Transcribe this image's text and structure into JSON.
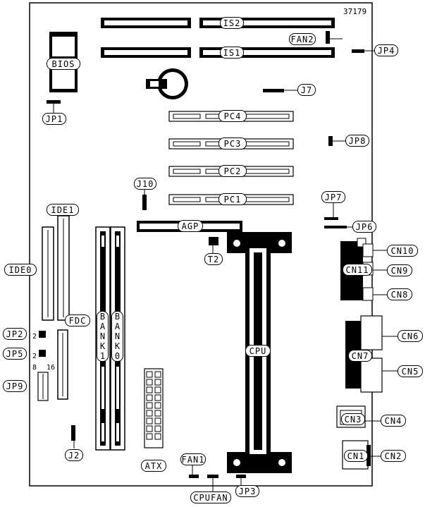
{
  "diagram": {
    "board_id": "37179",
    "slots": {
      "isa2": "IS2",
      "isa1": "IS1",
      "pci4": "PC4",
      "pci3": "PC3",
      "pci2": "PC2",
      "pci1": "PC1",
      "agp": "AGP",
      "cpu": "CPU"
    },
    "components": {
      "bios": "BIOS",
      "ide1": "IDE1",
      "ide0": "IDE0",
      "fdc": "FDC",
      "atx": "ATX",
      "bank1": "BANK1",
      "bank0": "BANK0"
    },
    "jumpers": {
      "jp1": "JP1",
      "jp2": "JP2",
      "jp3": "JP3",
      "jp4": "JP4",
      "jp5": "JP5",
      "jp6": "JP6",
      "jp7": "JP7",
      "jp8": "JP8",
      "jp9": "JP9",
      "j2": "J2",
      "j7": "J7",
      "j10": "J10",
      "t2": "T2"
    },
    "connectors": {
      "fan1": "FAN1",
      "fan2": "FAN2",
      "cpufan": "CPUFAN",
      "cn1": "CN1",
      "cn2": "CN2",
      "cn3": "CN3",
      "cn4": "CN4",
      "cn5": "CN5",
      "cn6": "CN6",
      "cn7": "CN7",
      "cn8": "CN8",
      "cn9": "CN9",
      "cn10": "CN10",
      "cn11": "CN11"
    },
    "pin_marks": {
      "jp2_pin": "2",
      "jp5_pin": "2",
      "jp9_pin8": "8",
      "jp9_pin16": "16"
    }
  }
}
